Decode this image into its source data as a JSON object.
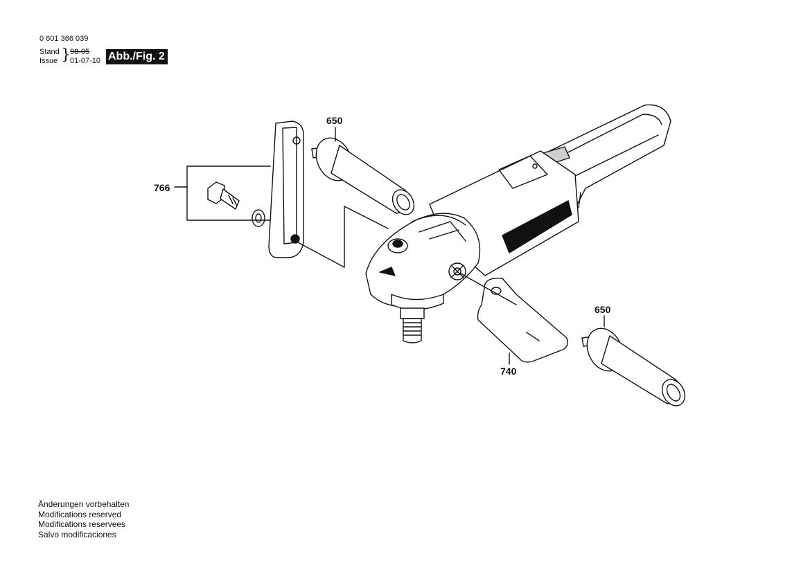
{
  "header": {
    "part_number": "0 601 366 039",
    "stand_label": "Stand",
    "issue_label": "Issue",
    "stand_date": "98-05",
    "issue_date": "01-07-10",
    "figure_label": "Abb./Fig. 2"
  },
  "callouts": {
    "handle_top": "650",
    "bolt_set": "766",
    "handle_bottom": "650",
    "guard_bracket": "740"
  },
  "footer": {
    "lines": [
      "Änderungen vorbehalten",
      "Modifications reserved",
      "Modifications reservees",
      "Salvo modificaciones"
    ]
  },
  "colors": {
    "ink": "#111111",
    "background": "#ffffff",
    "shade": "#cfcfcf"
  }
}
